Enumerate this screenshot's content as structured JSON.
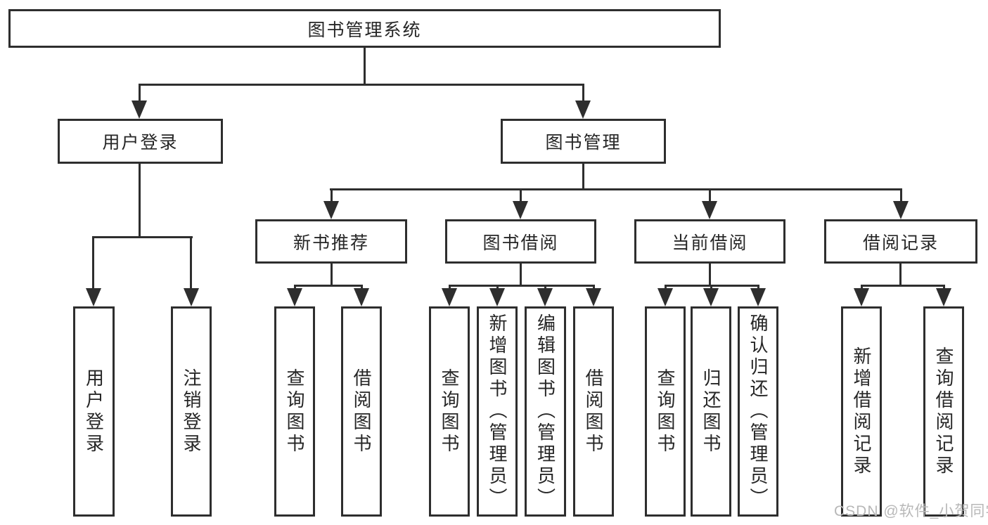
{
  "tree": {
    "root": {
      "label": "图书管理系统"
    },
    "level2": [
      {
        "label": "用户登录"
      },
      {
        "label": "图书管理"
      }
    ],
    "level3": [
      {
        "label": "新书推荐"
      },
      {
        "label": "图书借阅"
      },
      {
        "label": "当前借阅"
      },
      {
        "label": "借阅记录"
      }
    ],
    "level4": {
      "user_login": [
        "用户登录",
        "注销登录"
      ],
      "new_books": [
        "查询图书",
        "借阅图书"
      ],
      "book_borrow": [
        "查询图书",
        "新增图书（管理员）",
        "编辑图书（管理员）",
        "借阅图书"
      ],
      "current_borrow": [
        "查询图书",
        "归还图书",
        "确认归还（管理员）"
      ],
      "borrow_records": [
        "新增借阅记录",
        "查询借阅记录"
      ]
    }
  },
  "watermark": "CSDN @软件_小贺同学",
  "colors": {
    "line": "#2e2e2e",
    "text": "#262626",
    "watermark": "#b8b8b8",
    "background": "#ffffff"
  }
}
